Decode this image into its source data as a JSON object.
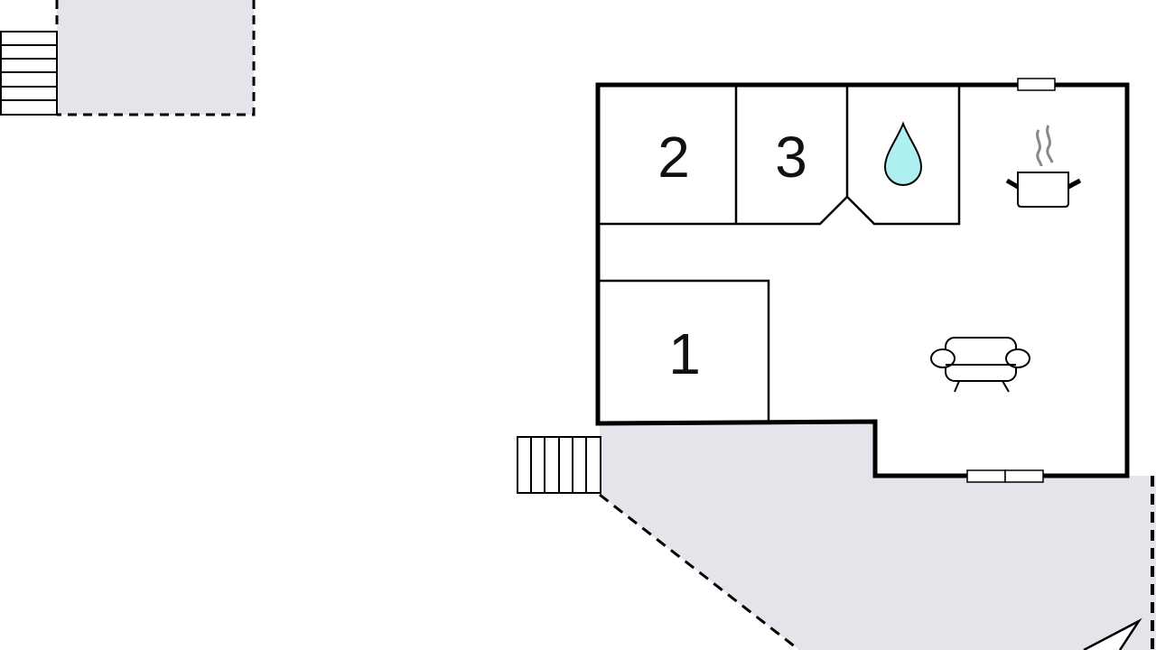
{
  "floorplan": {
    "rooms": [
      {
        "id": "bedroom-2",
        "label": "2"
      },
      {
        "id": "bedroom-3",
        "label": "3"
      },
      {
        "id": "bedroom-1",
        "label": "1"
      }
    ],
    "icons": [
      "water-drop-icon",
      "cooking-pot-icon",
      "sofa-icon",
      "stairs-icon"
    ],
    "colors": {
      "terrace": "#e4e4ea",
      "wall": "#000000",
      "water": "#aef0f0"
    }
  }
}
